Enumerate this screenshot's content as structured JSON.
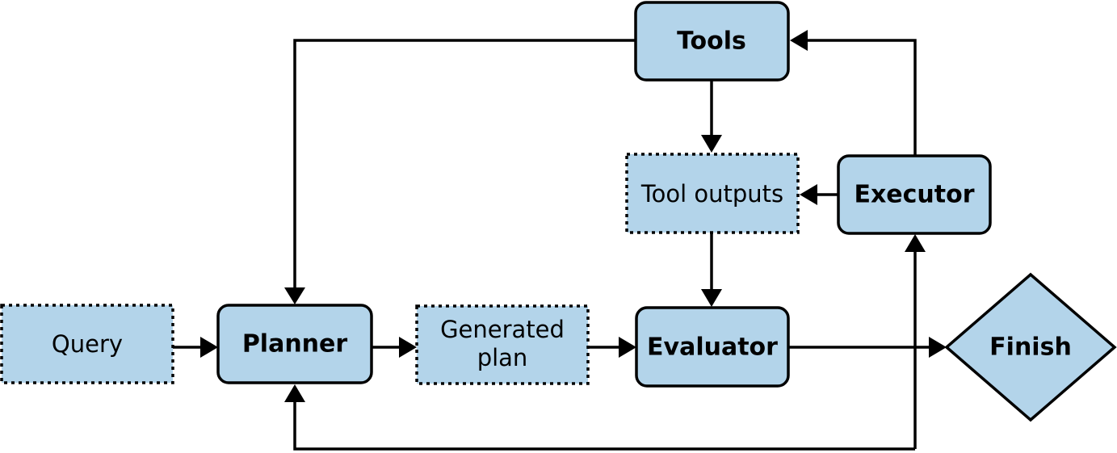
{
  "diagram": {
    "colors": {
      "node_fill": "#b3d4ea",
      "stroke": "#000000",
      "background": "#ffffff"
    },
    "nodes": {
      "tools": {
        "label": "Tools",
        "shape": "rounded-rect",
        "border": "solid"
      },
      "tool_outputs": {
        "label": "Tool outputs",
        "shape": "rect",
        "border": "dashed"
      },
      "executor": {
        "label": "Executor",
        "shape": "rounded-rect",
        "border": "solid"
      },
      "query": {
        "label": "Query",
        "shape": "rect",
        "border": "dashed"
      },
      "planner": {
        "label": "Planner",
        "shape": "rounded-rect",
        "border": "solid"
      },
      "generated_plan": {
        "label_line1": "Generated",
        "label_line2": "plan",
        "shape": "rect",
        "border": "dashed"
      },
      "evaluator": {
        "label": "Evaluator",
        "shape": "rounded-rect",
        "border": "solid"
      },
      "finish": {
        "label": "Finish",
        "shape": "diamond",
        "border": "solid"
      }
    },
    "edges": [
      {
        "from": "Query",
        "to": "Planner"
      },
      {
        "from": "Planner",
        "to": "Generated plan"
      },
      {
        "from": "Generated plan",
        "to": "Evaluator"
      },
      {
        "from": "Evaluator",
        "to": "Finish"
      },
      {
        "from": "Evaluator",
        "to": "Planner"
      },
      {
        "from": "Evaluator",
        "to": "Executor"
      },
      {
        "from": "Executor",
        "to": "Tools"
      },
      {
        "from": "Executor",
        "to": "Tool outputs"
      },
      {
        "from": "Tools",
        "to": "Tool outputs"
      },
      {
        "from": "Tool outputs",
        "to": "Evaluator"
      },
      {
        "from": "Tools",
        "to": "Planner"
      }
    ]
  }
}
